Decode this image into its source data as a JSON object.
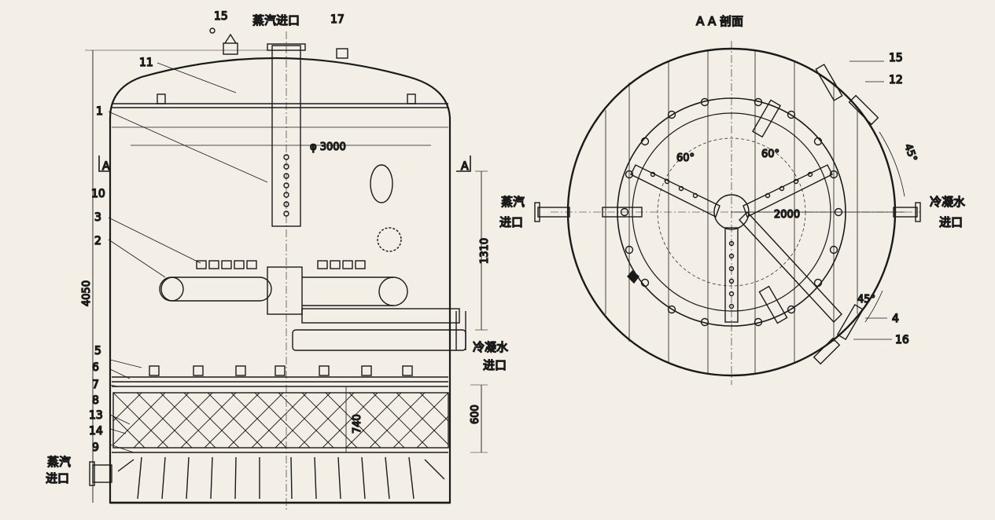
{
  "colors": {
    "paper": "#f3efe6",
    "ink": "#1a1a1a"
  },
  "left": {
    "top_inlet": "蒸汽进口",
    "bottom_inlet_1": "蒸汽",
    "bottom_inlet_2": "进口",
    "water_inlet_1": "冷凝水",
    "water_inlet_2": "进口",
    "section_mark": "A",
    "diameter": "φ 3000",
    "dims": {
      "height": "4050",
      "d1310": "1310",
      "d600": "600",
      "d740": "740"
    },
    "labels": [
      "15",
      "17",
      "11",
      "1",
      "10",
      "3",
      "2",
      "5",
      "6",
      "7",
      "8",
      "13",
      "14",
      "9"
    ]
  },
  "right": {
    "title": "A  A 剖面",
    "steam_1": "蒸汽",
    "steam_2": "进口",
    "water_1": "冷凝水",
    "water_2": "进口",
    "dims": {
      "d2000": "2000",
      "a60a": "60°",
      "a60b": "60°",
      "a45a": "45°",
      "a45b": "45°"
    },
    "labels": [
      "15",
      "12",
      "4",
      "16"
    ]
  }
}
